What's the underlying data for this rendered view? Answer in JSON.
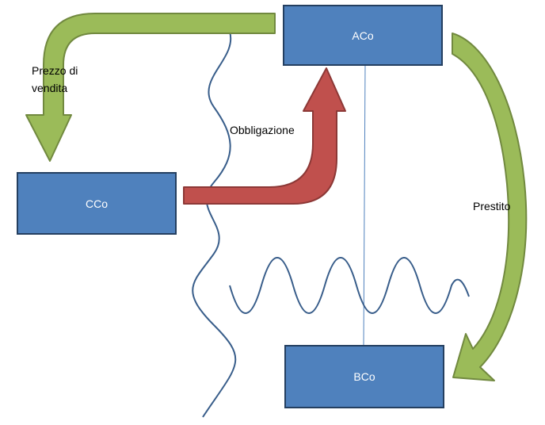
{
  "entities": {
    "aco": "ACo",
    "bco": "BCo",
    "cco": "CCo"
  },
  "flows": {
    "prezzo_di_vendita": [
      "Prezzo di",
      "vendita"
    ],
    "obbligazione": "Obbligazione",
    "prestito": "Prestito"
  },
  "colors": {
    "box_fill": "#4f81bd",
    "box_border": "#243f60",
    "green_arrow": "#9bbb59",
    "green_arrow_border": "#71893f",
    "red_arrow": "#c0504d",
    "red_arrow_border": "#8c3836",
    "wave_line": "#385d8a"
  }
}
